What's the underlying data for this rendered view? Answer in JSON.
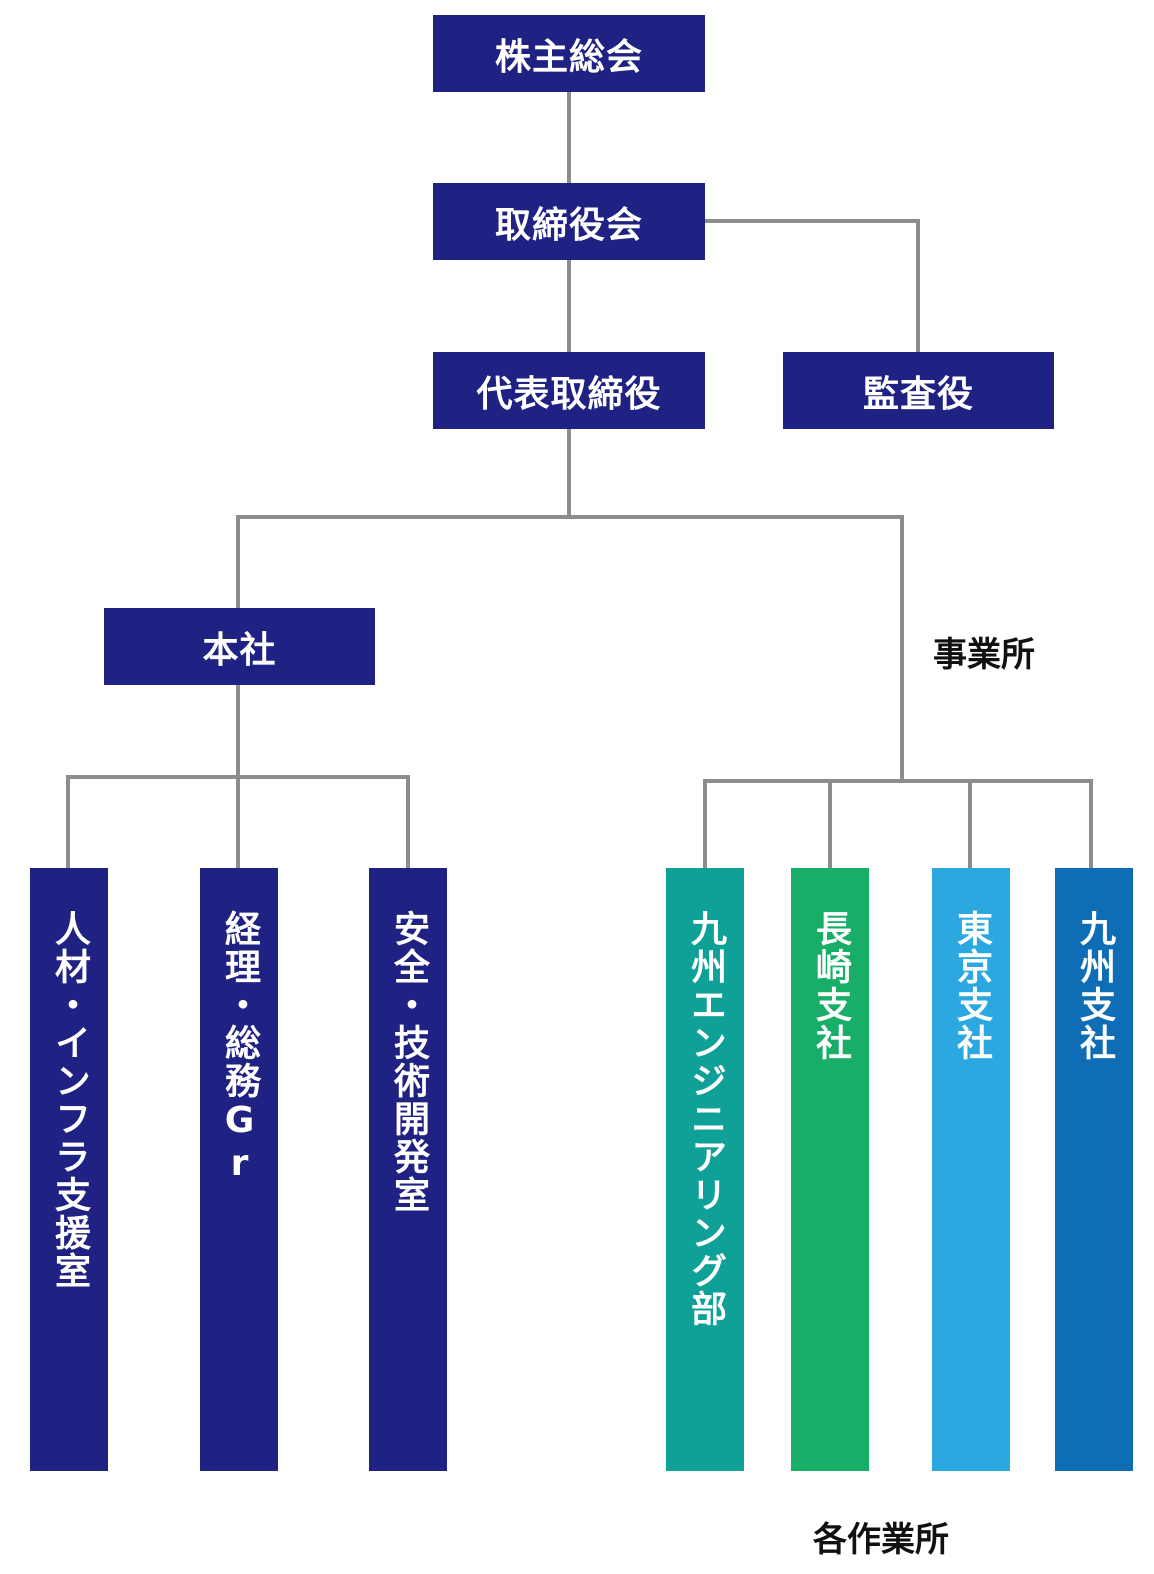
{
  "top": {
    "shareholders": "株主総会",
    "board": "取締役会",
    "president": "代表取締役",
    "auditor": "監査役"
  },
  "headquarters": {
    "label": "本社",
    "departments": [
      "人材・インフラ支援室",
      "経理・総務Gr",
      "安全・技術開発室"
    ]
  },
  "offices": {
    "label": "事業所",
    "branches": [
      {
        "name": "九州エンジニアリング部",
        "color": "#0fa098"
      },
      {
        "name": "長崎支社",
        "color": "#19ae67"
      },
      {
        "name": "東京支社",
        "color": "#2ba8e0"
      },
      {
        "name": "九州支社",
        "color": "#0e6db5"
      }
    ],
    "footer": "各作業所"
  },
  "colors": {
    "navy": "#1f2183",
    "line": "#8c8c8c"
  }
}
